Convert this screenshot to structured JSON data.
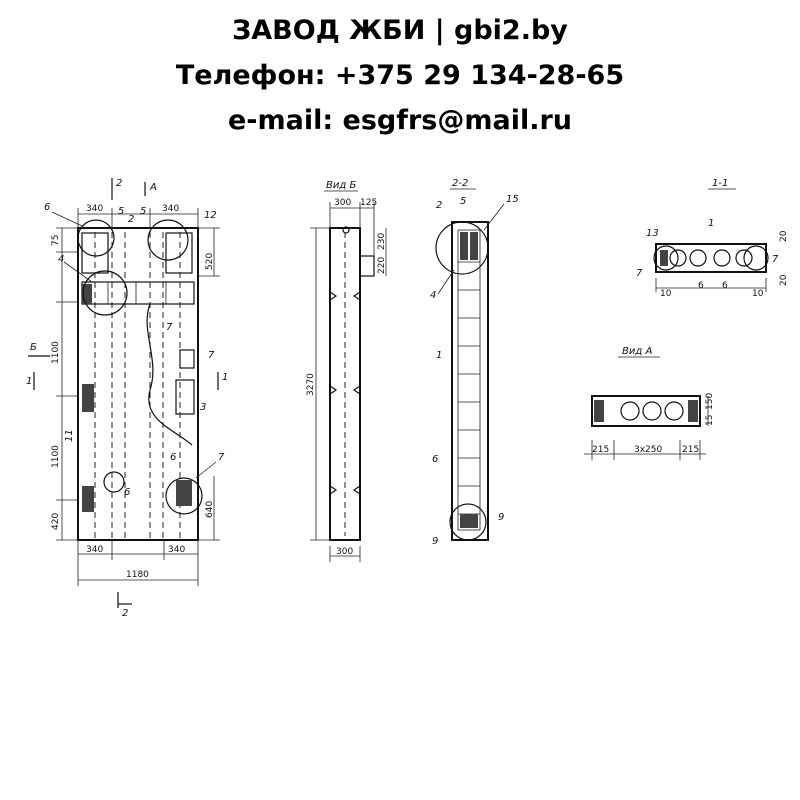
{
  "header": {
    "line1": "ЗАВОД ЖБИ | gbi2.by",
    "line2": "Телефон: +375 29 134-28-65",
    "line3": "e-mail: esgfrs@mail.ru"
  },
  "views": {
    "front": {
      "dims": {
        "top_left": "340",
        "top_right": "340",
        "h75": "75",
        "h520": "520",
        "h1100a": "1100",
        "h1100b": "1100",
        "h420": "420",
        "h640": "640",
        "bottom_left": "340",
        "bottom_right": "340",
        "total_width": "1180"
      },
      "callouts": [
        "6",
        "5",
        "5",
        "12",
        "4",
        "2",
        "7",
        "7",
        "3",
        "11",
        "6",
        "6",
        "7"
      ],
      "sections": {
        "top_cut": "2",
        "top_arrow": "A",
        "side_left": "Б",
        "side_cut_left": "1",
        "side_cut_right": "1",
        "bottom_cut": "2"
      }
    },
    "view_b": {
      "title": "Вид Б",
      "dims": {
        "w300": "300",
        "w125": "125",
        "h230": "230",
        "h220": "220",
        "h3270": "3270",
        "bottom300": "300"
      }
    },
    "section_22": {
      "title": "2-2",
      "callouts": [
        "2",
        "5",
        "15",
        "4",
        "1",
        "6",
        "9",
        "9"
      ]
    },
    "section_11": {
      "title": "1-1",
      "callouts": [
        "13",
        "1",
        "7",
        "7"
      ],
      "dims": {
        "d10": "10",
        "d6a": "6",
        "d6b": "6",
        "d10b": "10",
        "d20": "20",
        "d20b": "20"
      }
    },
    "view_a": {
      "title": "Вид А",
      "dims": {
        "left": "215",
        "middle": "3x250",
        "right": "215",
        "v15": "15",
        "v150": "150"
      }
    }
  }
}
